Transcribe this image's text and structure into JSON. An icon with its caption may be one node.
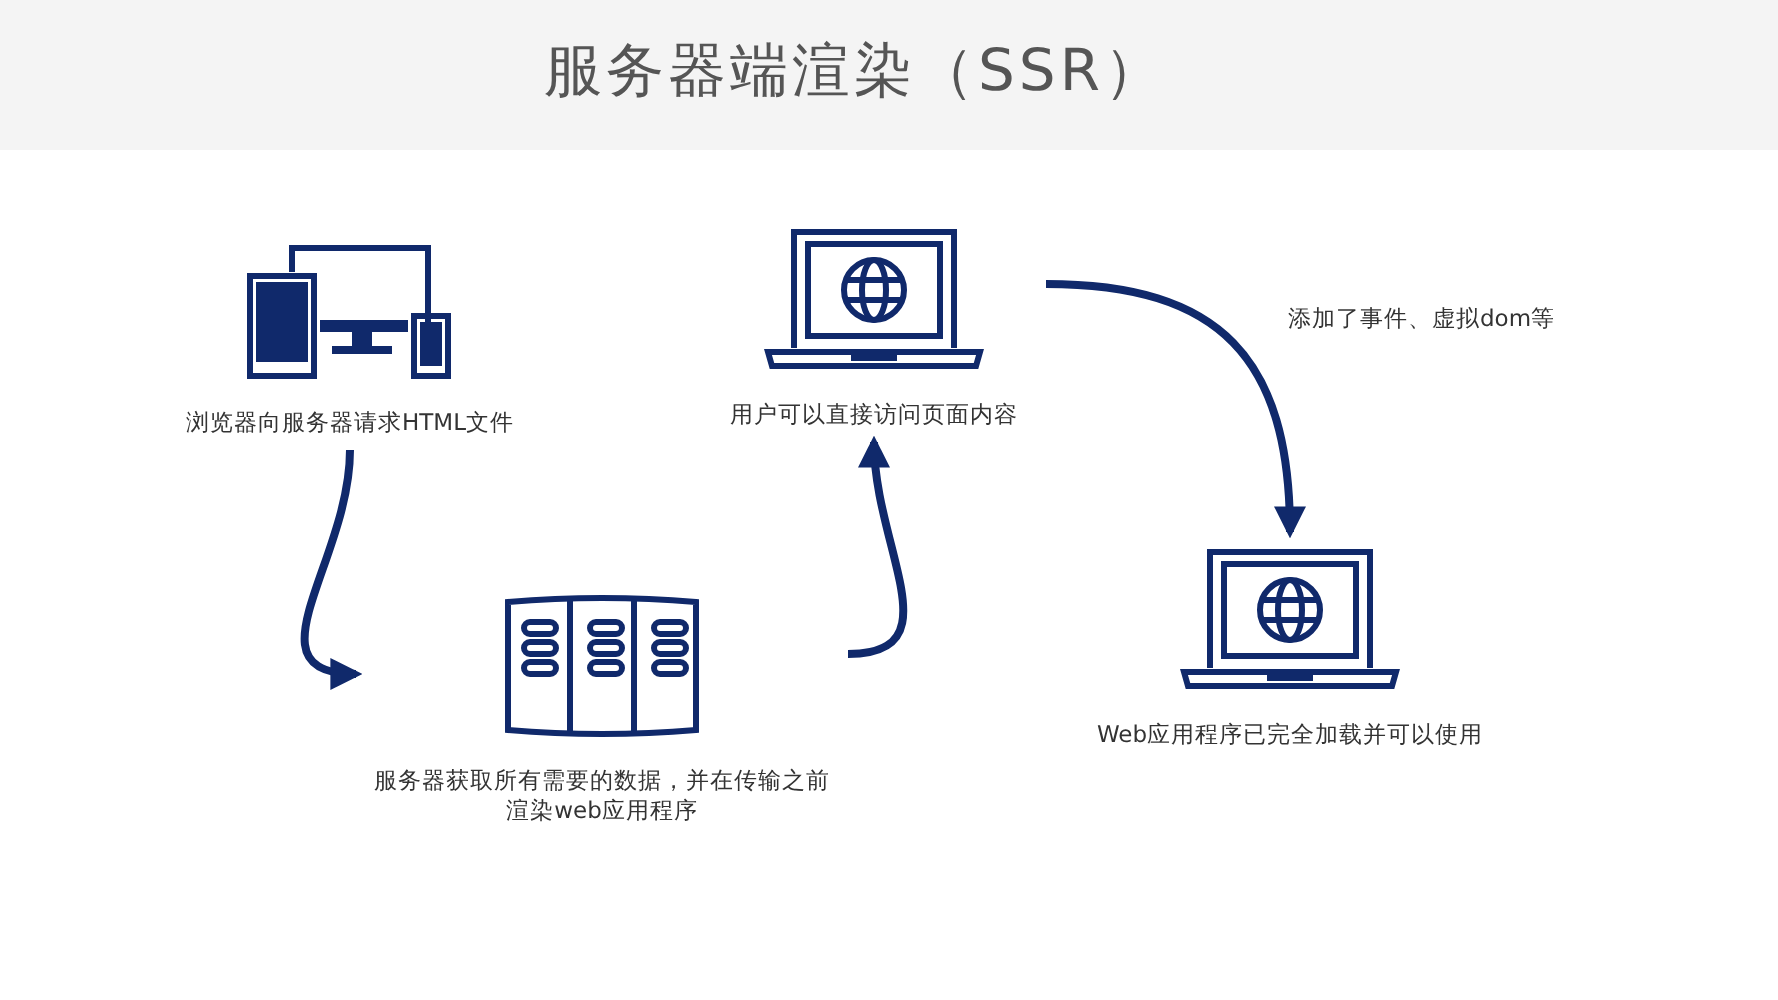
{
  "diagram": {
    "title": "服务器端渲染（SSR）",
    "nodes": [
      {
        "text": [
          "浏览器向服务器请求HTML文件"
        ]
      },
      {
        "text": [
          "用户可以直接访问页面内容"
        ]
      },
      {
        "text": [
          "服务器获取所有需要的数据，并在传输之前渲染web应用程序"
        ]
      },
      {
        "text": [
          "Web应用程序已完全加载并可以使用"
        ]
      }
    ],
    "edges": [
      {
        "from": 0,
        "to": 2,
        "arrow": "to"
      },
      {
        "from": 2,
        "to": 1,
        "arrow": "to"
      },
      {
        "from": 1,
        "to": 3,
        "arrow": "to",
        "label": "添加了事件、虚拟dom等"
      }
    ]
  }
}
